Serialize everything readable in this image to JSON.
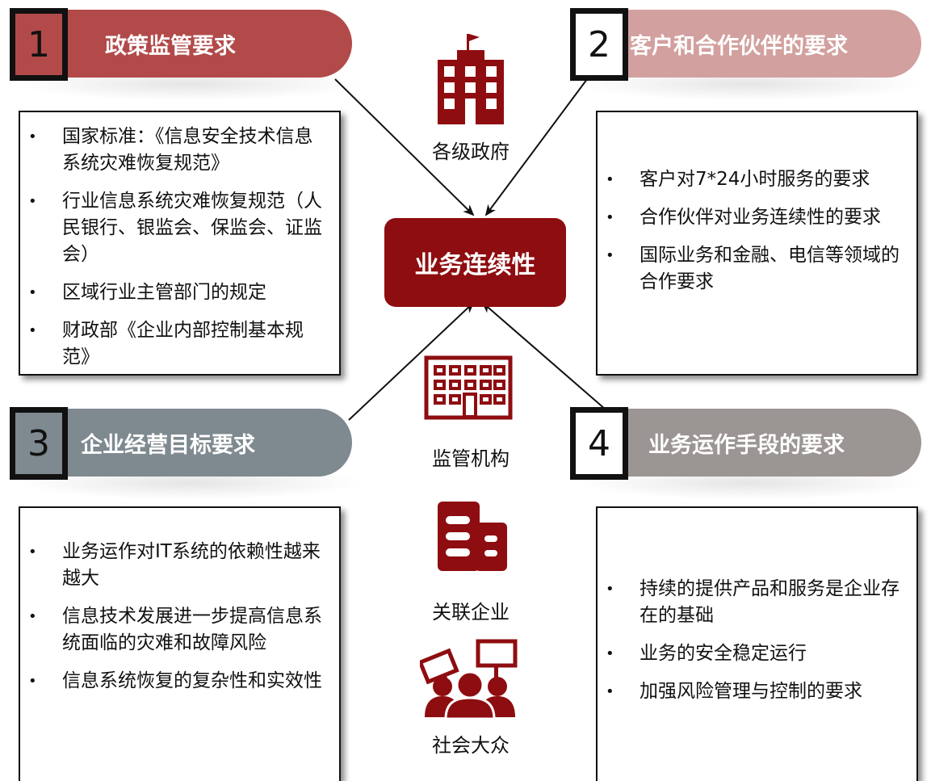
{
  "center": {
    "label": "业务连续性"
  },
  "colors": {
    "dark_red": "#8e0d10",
    "red": "#b24a4a",
    "pink": "#d2a09e",
    "slate": "#7f8a90",
    "taupe": "#9b9593"
  },
  "sections": [
    {
      "number": "1",
      "title": "政策监管要求",
      "bullets": [
        "国家标准：《信息安全技术信息系统灾难恢复规范》",
        "行业信息系统灾难恢复规范（人民银行、银监会、保监会、证监会）",
        "区域行业主管部门的规定",
        "财政部《企业内部控制基本规范》"
      ]
    },
    {
      "number": "2",
      "title": "客户和合作伙伴的要求",
      "bullets": [
        "客户对7*24小时服务的要求",
        "合作伙伴对业务连续性的要求",
        "国际业务和金融、电信等领域的合作要求"
      ]
    },
    {
      "number": "3",
      "title": "企业经营目标要求",
      "bullets": [
        "业务运作对IT系统的依赖性越来越大",
        "信息技术发展进一步提高信息系统面临的灾难和故障风险",
        "信息系统恢复的复杂性和实效性"
      ]
    },
    {
      "number": "4",
      "title": "业务运作手段的要求",
      "bullets": [
        "持续的提供产品和服务是企业存在的基础",
        "业务的安全稳定运行",
        "加强风险管理与控制的要求"
      ]
    }
  ],
  "stakeholders": [
    {
      "label": "各级政府",
      "icon": "government-building-icon"
    },
    {
      "label": "监管机构",
      "icon": "regulator-building-icon"
    },
    {
      "label": "关联企业",
      "icon": "enterprise-building-icon"
    },
    {
      "label": "社会大众",
      "icon": "protest-crowd-icon"
    }
  ]
}
